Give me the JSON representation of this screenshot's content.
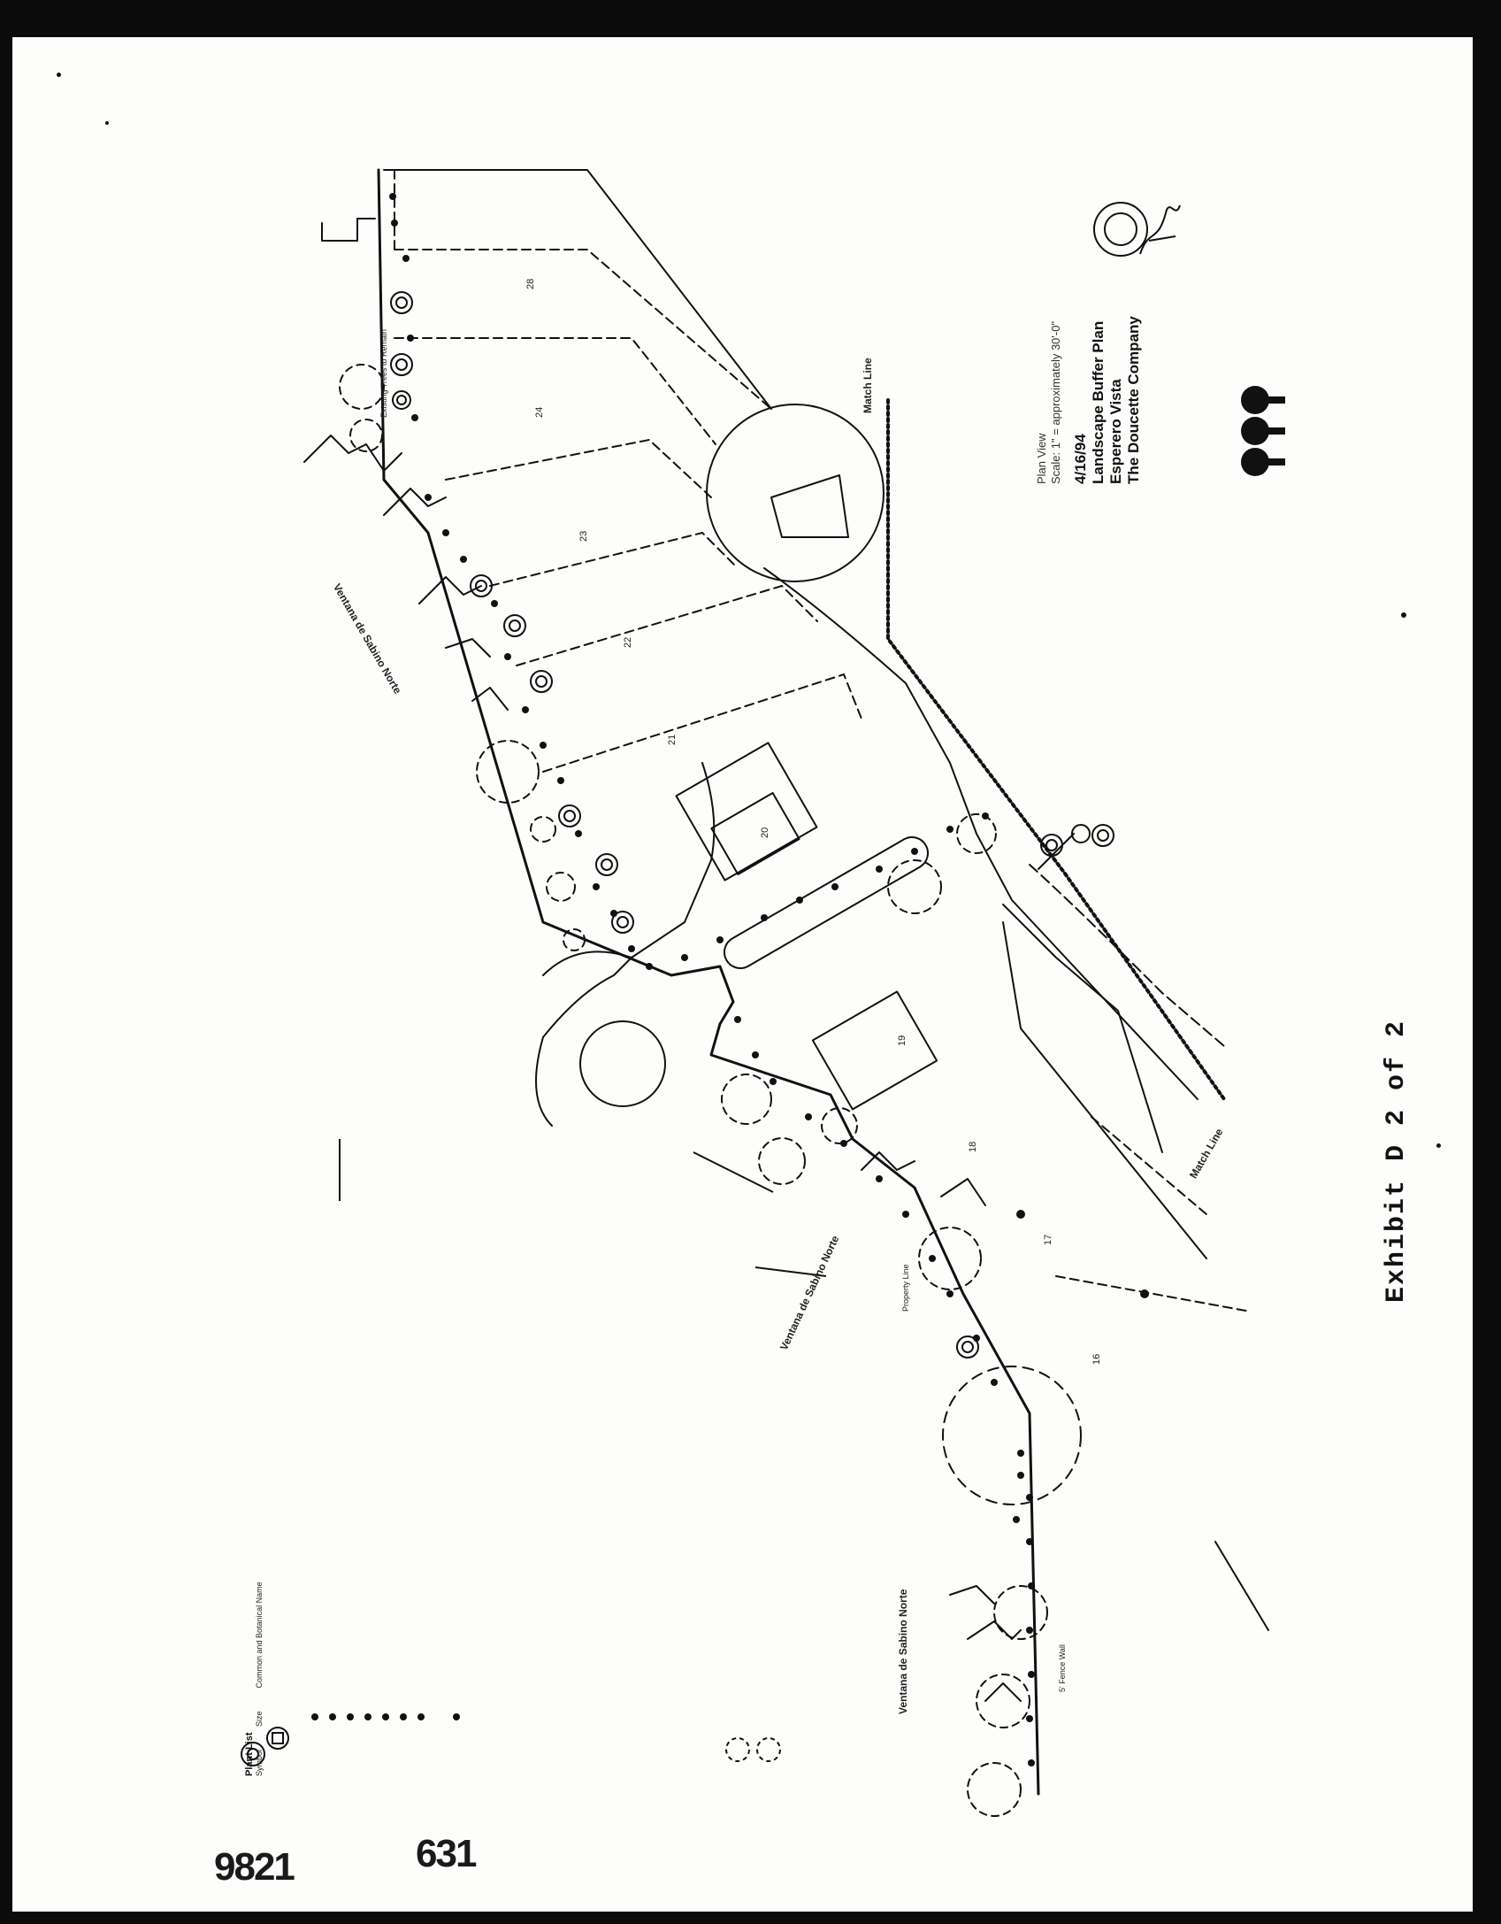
{
  "plan": {
    "title_lines": [
      "Plan View",
      "Scale: 1\" = approximately 30'-0\""
    ],
    "date": "4/16/94",
    "project_lines": [
      "Landscape Buffer Plan",
      "Esperero Vista",
      "The Doucette Company"
    ],
    "exhibit": "Exhibit D 2 of 2"
  },
  "annotations": {
    "match_line": "Match Line",
    "match_line_2": "Match Line",
    "street_top": "Ventana de Sabino Norte",
    "street_bottom": "Ventana de Sabino Norte",
    "street_mid": "Ventana de Sabino Norte",
    "fence": "5' Fence Wall",
    "existing_trees": "Existing Trees to Remain",
    "property_line": "Property Line"
  },
  "legend": {
    "title": "Plant List",
    "header": [
      "Symbol",
      "Size",
      "Common and Botanical Name"
    ]
  },
  "stamps": {
    "left": "9821",
    "right": "631"
  },
  "lots": [
    "28",
    "24",
    "23",
    "22",
    "21",
    "20",
    "19",
    "18",
    "17",
    "16"
  ],
  "colors": {
    "ink": "#111111",
    "paper": "#fdfdfb",
    "background": "#0b0b0b"
  }
}
